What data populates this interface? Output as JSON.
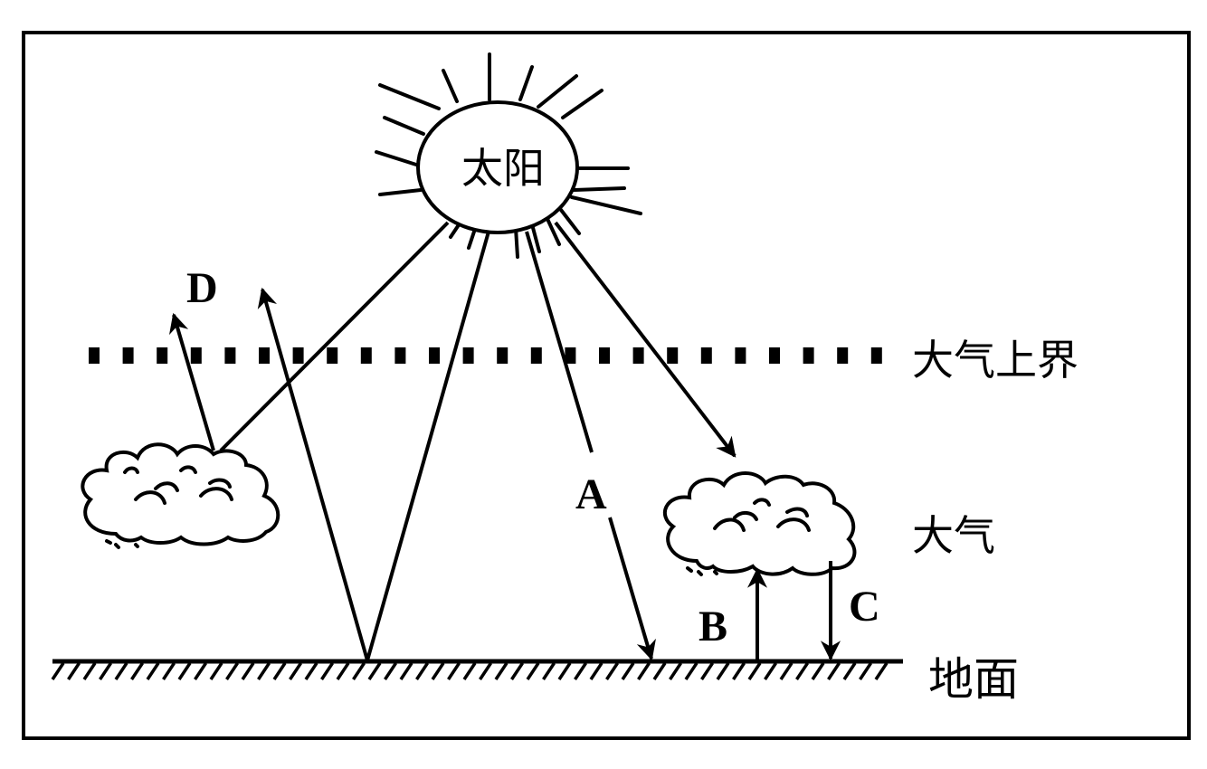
{
  "labels": {
    "sun": "太阳",
    "atmosphere_top": "大气上界",
    "atmosphere": "大气",
    "ground": "地面",
    "A": "A",
    "B": "B",
    "C": "C",
    "D": "D"
  },
  "colors": {
    "ink": "#000000",
    "background": "#ffffff"
  }
}
